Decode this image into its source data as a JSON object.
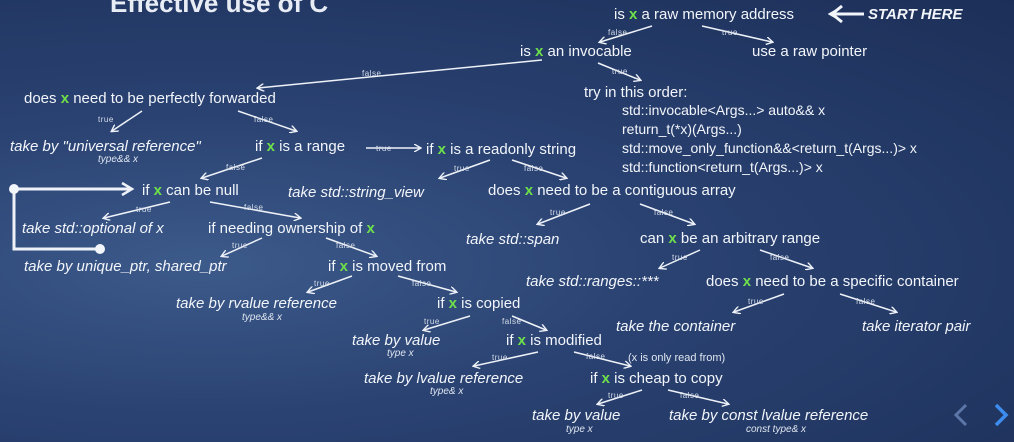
{
  "title": "Effective use of C",
  "start_label": "START HERE",
  "nodes": {
    "n_raw_q_a": "is ",
    "n_raw_q_b": "x",
    "n_raw_q_c": " a raw memory address",
    "n_rawptr": "use a raw pointer",
    "n_invoc_a": "is ",
    "n_invoc_b": "x",
    "n_invoc_c": " an invocable",
    "n_try": "try in this order:",
    "n_fwd_a": "does ",
    "n_fwd_b": "x",
    "n_fwd_c": " need to be perfectly forwarded",
    "n_univ": "take by \"universal reference\"",
    "n_univ_sub": "type&& x",
    "n_range_a": "if ",
    "n_range_b": "x",
    "n_range_c": " is a range",
    "n_rostr_a": "if ",
    "n_rostr_b": "x",
    "n_rostr_c": " is a readonly string",
    "n_sv": "take std::string_view",
    "n_contig_a": "does ",
    "n_contig_b": "x",
    "n_contig_c": " need to be a contiguous array",
    "n_null_a": "if ",
    "n_null_b": "x",
    "n_null_c": " can be null",
    "n_opt": "take std::optional of x",
    "n_own_a": "if needing ownership of ",
    "n_own_b": "x",
    "n_uptr": "take by unique_ptr, shared_ptr",
    "n_span": "take std::span",
    "n_arb_a": "can ",
    "n_arb_b": "x",
    "n_arb_c": " be an arbitrary range",
    "n_moved_a": "if ",
    "n_moved_b": "x",
    "n_moved_c": " is moved from",
    "n_ranges": "take std::ranges::***",
    "n_spec_a": "does ",
    "n_spec_b": "x",
    "n_spec_c": " need to be a specific container",
    "n_rref": "take by rvalue reference",
    "n_rref_sub": "type&& x",
    "n_copied_a": "if ",
    "n_copied_b": "x",
    "n_copied_c": " is copied",
    "n_cont": "take the container",
    "n_iter": "take iterator pair",
    "n_val1": "take by value",
    "n_val1_sub": "type x",
    "n_mod_a": "if ",
    "n_mod_b": "x",
    "n_mod_c": " is modified",
    "n_readonly": "(x is only read from)",
    "n_lref": "take by lvalue reference",
    "n_lref_sub": "type& x",
    "n_cheap_a": "if ",
    "n_cheap_b": "x",
    "n_cheap_c": " is cheap to copy",
    "n_val2": "take by value",
    "n_val2_sub": "type x",
    "n_clref": "take by const lvalue reference",
    "n_clref_sub": "const type& x"
  },
  "try_list": [
    "std::invocable<Args...> auto&& x",
    "return_t(*x)(Args...)",
    "std::move_only_function&&<return_t(Args...)> x",
    "std::function<return_t(Args...)> x"
  ],
  "edge_labels": {
    "true": "true",
    "false": "false"
  },
  "colors": {
    "highlight": "#6ee04a",
    "text": "#f2f5fa",
    "background": "#24396a"
  },
  "icons": [
    "arrow-left-icon",
    "chevron-left-icon",
    "chevron-right-icon"
  ]
}
